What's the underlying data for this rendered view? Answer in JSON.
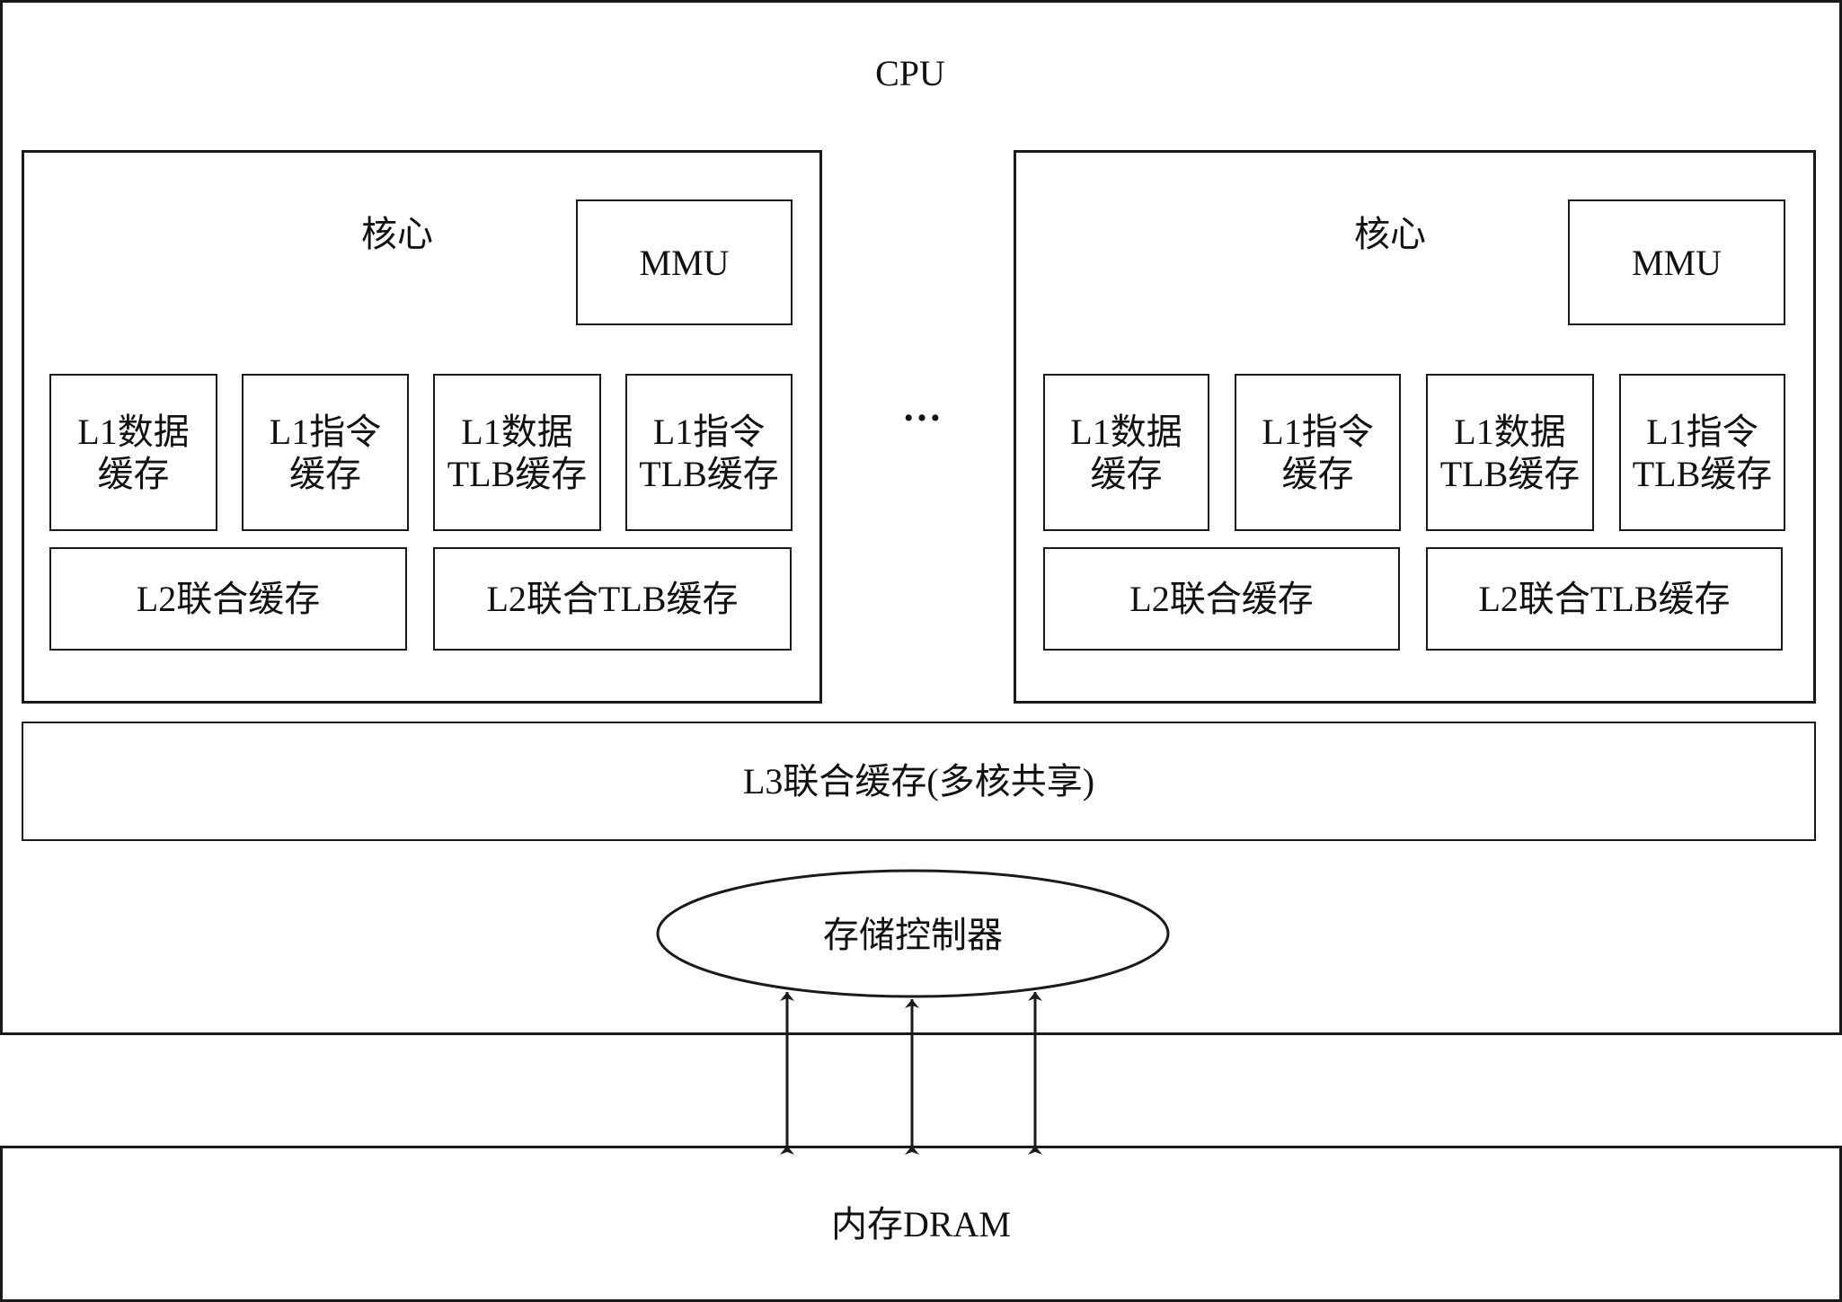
{
  "cpu": {
    "label": "CPU",
    "ellipsis": "…",
    "cores": [
      {
        "label": "核心",
        "mmu": "MMU",
        "l1": [
          {
            "line1": "L1数据",
            "line2": "缓存"
          },
          {
            "line1": "L1指令",
            "line2": "缓存"
          },
          {
            "line1": "L1数据",
            "line2": "TLB缓存"
          },
          {
            "line1": "L1指令",
            "line2": "TLB缓存"
          }
        ],
        "l2": [
          "L2联合缓存",
          "L2联合TLB缓存"
        ]
      },
      {
        "label": "核心",
        "mmu": "MMU",
        "l1": [
          {
            "line1": "L1数据",
            "line2": "缓存"
          },
          {
            "line1": "L1指令",
            "line2": "缓存"
          },
          {
            "line1": "L1数据",
            "line2": "TLB缓存"
          },
          {
            "line1": "L1指令",
            "line2": "TLB缓存"
          }
        ],
        "l2": [
          "L2联合缓存",
          "L2联合TLB缓存"
        ]
      }
    ],
    "l3": "L3联合缓存(多核共享)",
    "memory_controller": "存储控制器"
  },
  "bus": {
    "arrow_count": 3,
    "direction": "bidirectional"
  },
  "dram": "内存DRAM",
  "colors": {
    "stroke": "#1a1a1a",
    "background": "#ffffff"
  }
}
